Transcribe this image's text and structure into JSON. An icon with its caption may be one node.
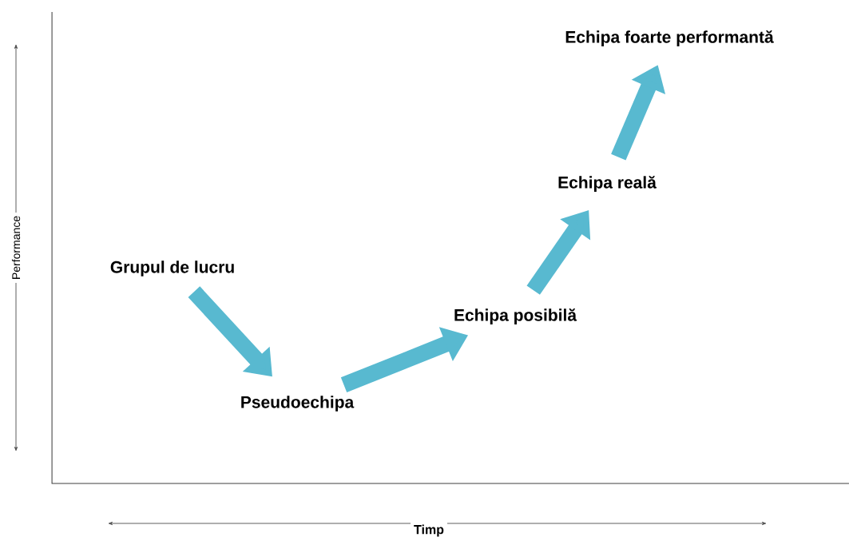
{
  "diagram": {
    "nodes": [
      {
        "text": [
          "Grupul de lucru"
        ]
      },
      {
        "text": [
          "Pseudoechipa"
        ]
      },
      {
        "text": [
          "Echipa posibilă"
        ]
      },
      {
        "text": [
          "Echipa reală"
        ]
      },
      {
        "text": [
          "Echipa foarte performantă"
        ]
      }
    ],
    "edges": [
      {
        "from": 0,
        "to": 1,
        "arrow": "to"
      },
      {
        "from": 1,
        "to": 2,
        "arrow": "to"
      },
      {
        "from": 2,
        "to": 3,
        "arrow": "to"
      },
      {
        "from": 3,
        "to": 4,
        "arrow": "to"
      }
    ],
    "labels": [
      "Performance",
      "Timp"
    ]
  }
}
